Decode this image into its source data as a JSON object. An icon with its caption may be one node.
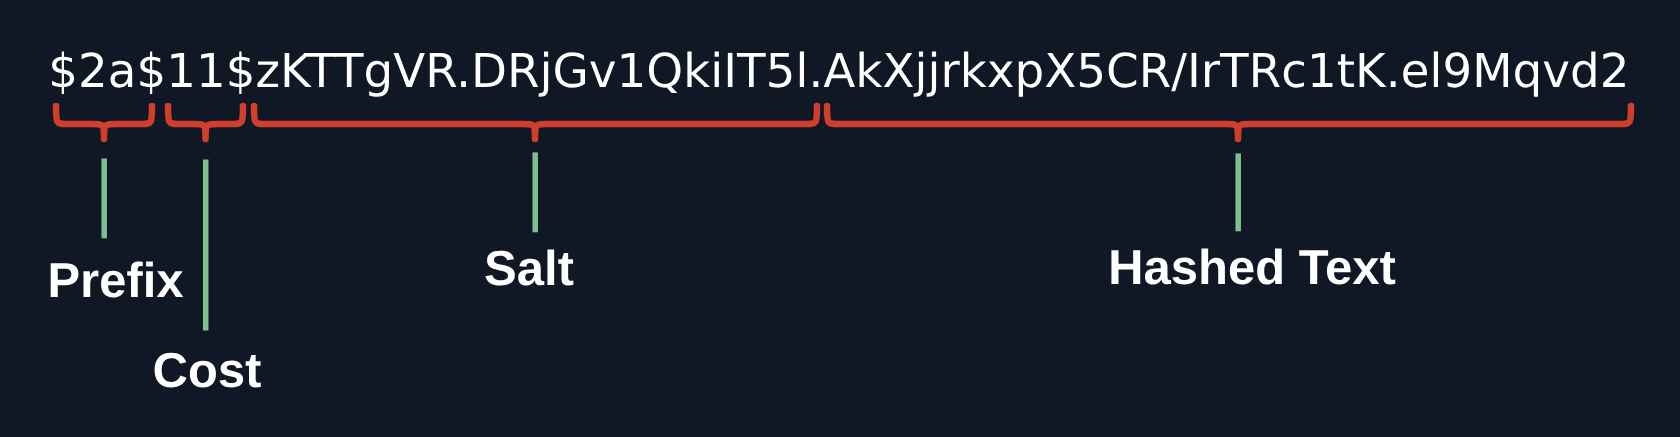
{
  "diagram": {
    "nodes": [
      {
        "text": [],
        "shape": "brace"
      },
      {
        "text": [],
        "shape": "brace"
      },
      {
        "text": [],
        "shape": "brace"
      },
      {
        "text": [],
        "shape": "brace"
      },
      {
        "text": [
          "Prefix"
        ]
      },
      {
        "text": [
          "Cost"
        ]
      },
      {
        "text": [
          "Salt"
        ]
      },
      {
        "text": [
          "Hashed Text"
        ]
      }
    ],
    "edges": [
      {
        "from": 4,
        "to": 0,
        "arrow": "none"
      },
      {
        "from": 5,
        "to": 1,
        "arrow": "none"
      },
      {
        "from": 6,
        "to": 2,
        "arrow": "none"
      },
      {
        "from": 7,
        "to": 3,
        "arrow": "none"
      }
    ],
    "labels": [
      "$2a$11$zKTTgVR.DRjGv1QkiIT5l.AkXjjrkxpX5CR/IrTRc1tK.el9Mqvd2"
    ]
  }
}
